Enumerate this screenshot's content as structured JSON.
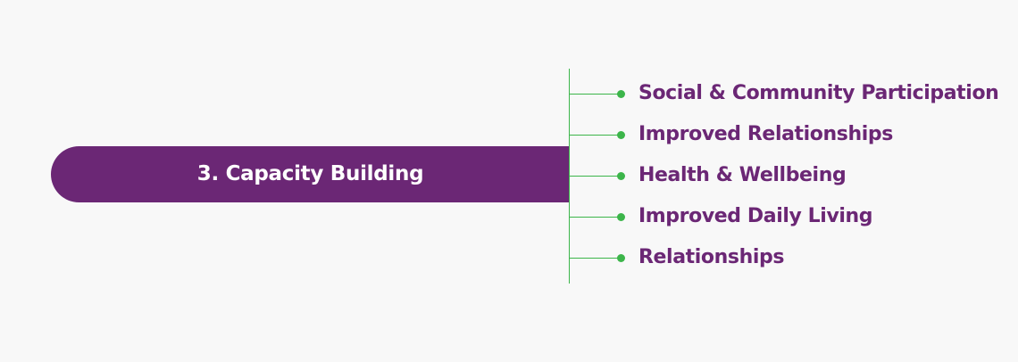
{
  "diagram": {
    "main_node": {
      "label": "3. Capacity Building"
    },
    "branches": [
      {
        "label": "Social & Community Participation"
      },
      {
        "label": "Improved Relationships"
      },
      {
        "label": "Health & Wellbeing"
      },
      {
        "label": "Improved Daily Living"
      },
      {
        "label": "Relationships"
      }
    ]
  },
  "colors": {
    "primary": "#6b2775",
    "connector": "#3cb54a",
    "background": "#f8f8f8",
    "main_text": "#ffffff"
  }
}
